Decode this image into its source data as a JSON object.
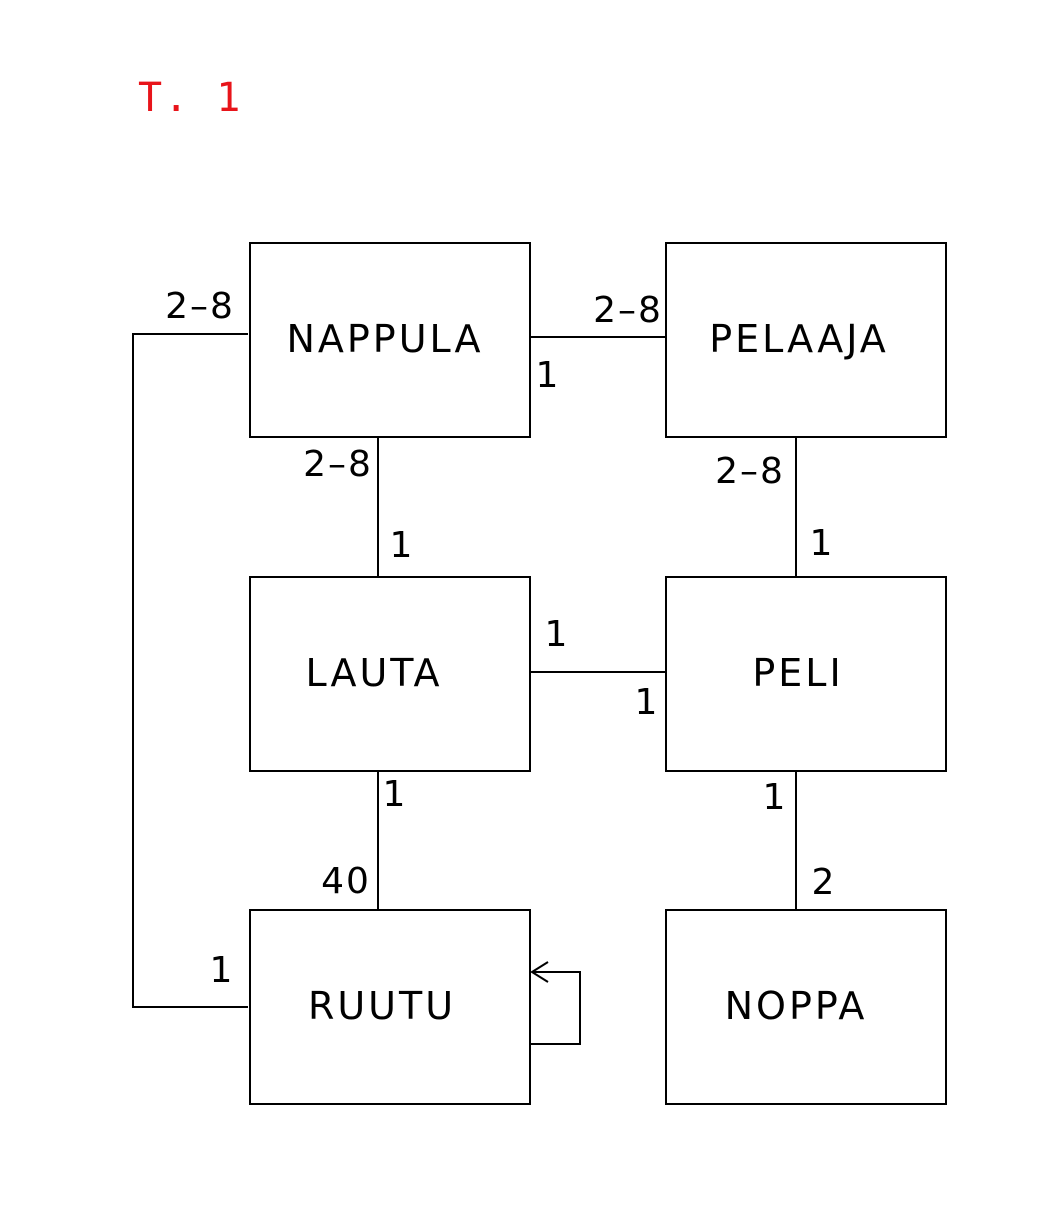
{
  "title": {
    "text": "T. 1",
    "color": "#e8141a"
  },
  "boxes": {
    "nappula": "NAPPULA",
    "pelaaja": "PELAAJA",
    "lauta": "LAUTA",
    "peli": "PELI",
    "ruutu": "RUUTU",
    "noppa": "NOPPA"
  },
  "multiplicities": {
    "nappula_pelaaja_near_pelaaja": "2–8",
    "nappula_pelaaja_near_nappula": "1",
    "nappula_ruutu_near_nappula": "2–8",
    "nappula_ruutu_near_ruutu": "1",
    "nappula_lauta_near_nappula": "2–8",
    "nappula_lauta_near_lauta": "1",
    "pelaaja_peli_near_pelaaja": "2–8",
    "pelaaja_peli_near_peli": "1",
    "lauta_peli_near_lauta": "1",
    "lauta_peli_near_peli": "1",
    "lauta_ruutu_near_lauta": "1",
    "lauta_ruutu_near_ruutu": "40",
    "peli_noppa_near_peli": "1",
    "peli_noppa_near_noppa": "2"
  }
}
